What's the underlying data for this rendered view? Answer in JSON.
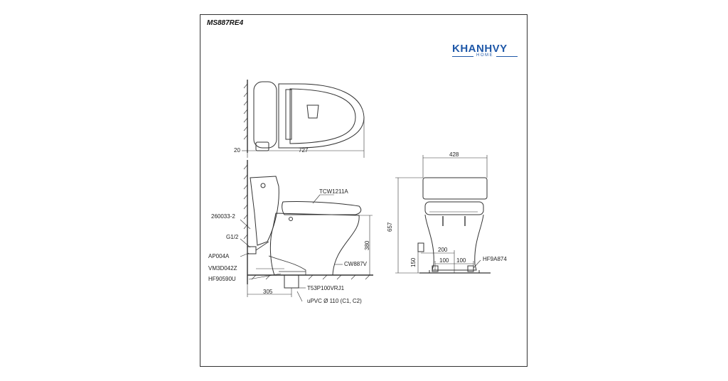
{
  "header": {
    "model": "MS887RE4"
  },
  "logo": {
    "main": "KHANHVY",
    "sub": "HOME"
  },
  "dimensions": {
    "wall_gap": "20",
    "length": "727",
    "width": "428",
    "height": "657",
    "rough_in": "305",
    "seat_height": "380",
    "supply_offset": "200",
    "spacing_left": "100",
    "spacing_right": "100",
    "supply_height": "150"
  },
  "parts": {
    "seat": "TCW1211A",
    "hose": "260033-2",
    "thread": "G1/2",
    "angle_valve": "AP004A",
    "nut": "VM3D042Z",
    "bolt_set": "HF90590U",
    "flange": "T53P100VRJ1",
    "pipe": "uPVC Ø 110 (C1, C2)",
    "bowl": "CW887V",
    "fixing": "HF9A874"
  },
  "colors": {
    "line": "#333333",
    "brand": "#1f58a8"
  }
}
